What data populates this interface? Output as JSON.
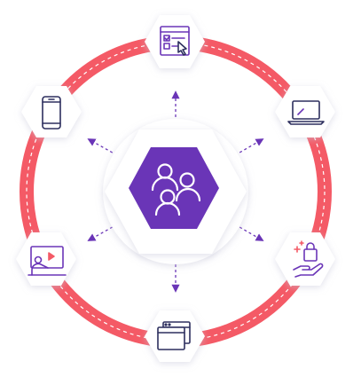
{
  "colors": {
    "ring": "#f45a66",
    "ring_highlight": "#ffffff",
    "hub_fill": "#6a35b7",
    "hub_icon": "#ffffff",
    "node_fill": "#ffffff",
    "node_shadow": "#d9d9e6",
    "icon_stroke": "#6a35b7",
    "icon_stroke_dark": "#2d2f5e",
    "icon_accent": "#f45a66",
    "connector": "#6a35b7"
  },
  "hub": {
    "icon": "users-group-icon"
  },
  "nodes": [
    {
      "id": "checklist",
      "icon": "checklist-screen-icon"
    },
    {
      "id": "laptop",
      "icon": "laptop-icon"
    },
    {
      "id": "shopping",
      "icon": "hand-shopping-bag-icon"
    },
    {
      "id": "windows",
      "icon": "browser-windows-icon"
    },
    {
      "id": "presentation",
      "icon": "presentation-board-icon"
    },
    {
      "id": "smartphone",
      "icon": "smartphone-icon"
    }
  ]
}
